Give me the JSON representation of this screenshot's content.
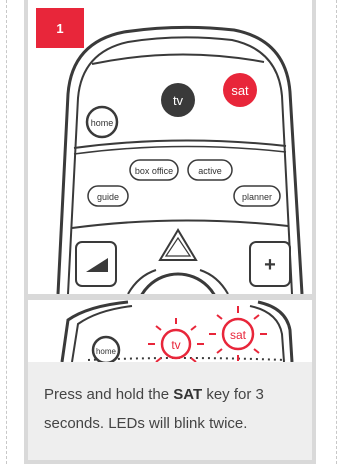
{
  "step": {
    "number": "1"
  },
  "remote": {
    "buttons": {
      "home": "home",
      "tv": "tv",
      "sat": "sat",
      "box_office": "box office",
      "active": "active",
      "guide": "guide",
      "planner": "planner",
      "plus": "+"
    }
  },
  "zoom": {
    "home": "home",
    "tv": "tv",
    "sat": "sat"
  },
  "caption": {
    "before": "Press and hold the ",
    "key": "SAT",
    "after": " key for 3 seconds. LEDs will blink twice."
  },
  "colors": {
    "accent": "#e8263a",
    "dark": "#3a3a3a",
    "frame": "#d9d9d9",
    "caption_bg": "#eeeeee"
  }
}
